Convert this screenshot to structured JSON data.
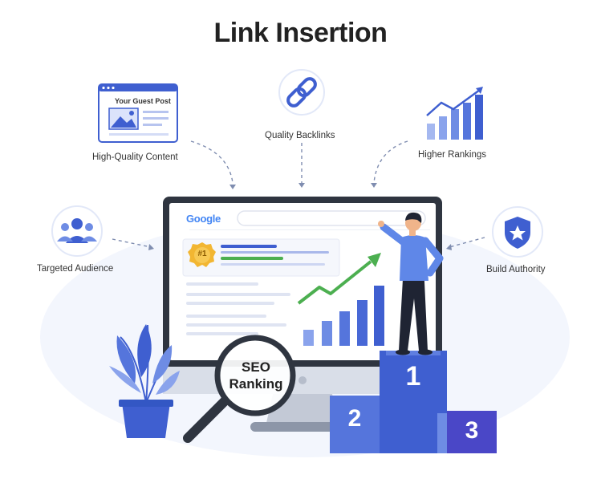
{
  "title": "Link Insertion",
  "features": {
    "guest_post_card_title": "Your Guest Post",
    "high_quality_content": "High-Quality Content",
    "quality_backlinks": "Quality Backlinks",
    "higher_rankings": "Higher Rankings",
    "targeted_audience": "Targeted Audience",
    "build_authority": "Build Authority"
  },
  "screen": {
    "search_logo": "Google",
    "result_badge": "#1"
  },
  "magnifier": {
    "line1": "SEO",
    "line2": "Ranking"
  },
  "podium": {
    "first": "1",
    "second": "2",
    "third": "3"
  },
  "colors": {
    "primary_blue": "#3f5fd0",
    "light_blue": "#8aa3ec",
    "green": "#4caf50",
    "gold": "#f2b632",
    "dark": "#2f3540"
  }
}
